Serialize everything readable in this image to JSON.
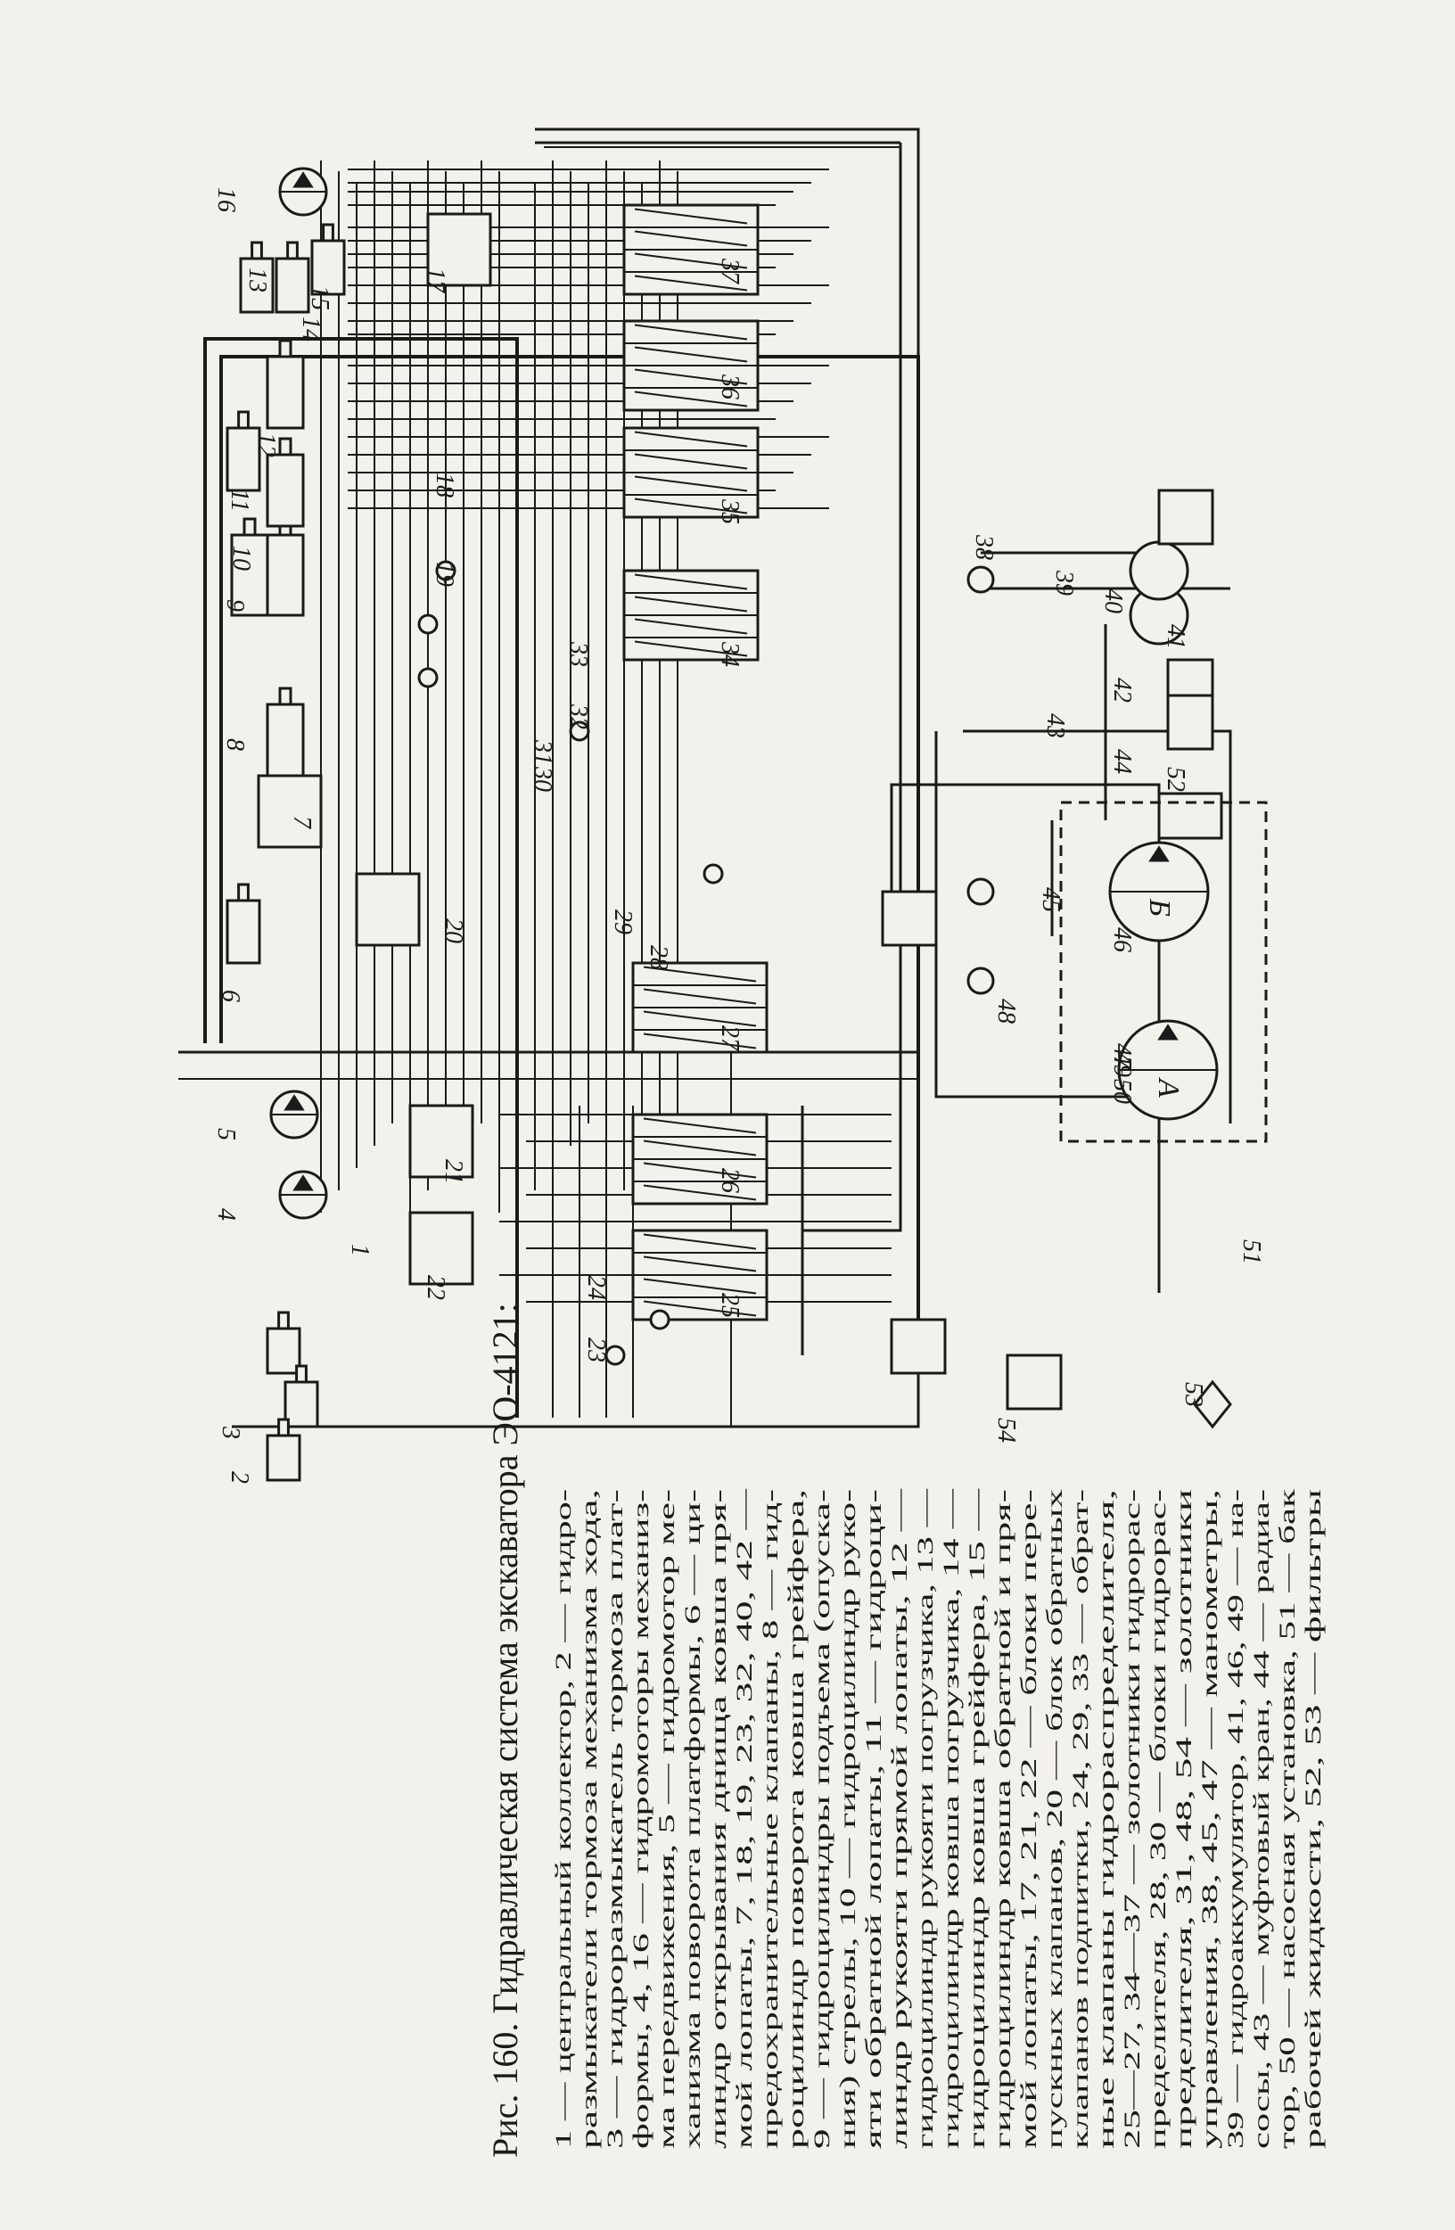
{
  "figure": {
    "caption_title": "Рис. 160. Гидравлическая система экскаватора ЭО-4121:",
    "legend_lines": [
      "1 — центральный коллектор, 2 — гидро-",
      "размыкатели тормоза механизма хода,",
      "3 — гидроразмыкатель тормоза плат-",
      "формы, 4, 16 — гидромоторы механиз-",
      "ма передвижения, 5 — гидромотор ме-",
      "ханизма поворота платформы, 6 — ци-",
      "линдр открывания днища ковша пря-",
      "мой лопаты, 7, 18, 19, 23, 32, 40, 42 —",
      "предохранительные клапаны, 8 — гид-",
      "роцилиндр поворота ковша грейфера,",
      "9 — гидроцилиндры подъема (опуска-",
      "ния) стрелы, 10 — гидроцилиндр руко-",
      "яти обратной лопаты, 11 — гидроци-",
      "линдр рукояти прямой лопаты, 12 —",
      "гидроцилиндр рукояти погрузчика, 13 —",
      "гидроцилиндр ковша погрузчика, 14 —",
      "гидроцилиндр ковша грейфера, 15 —",
      "гидроцилиндр ковша обратной и пря-",
      "мой лопаты, 17, 21, 22 — блоки пере-",
      "пускных клапанов, 20 — блок обратных",
      "клапанов подпитки, 24, 29, 33 — обрат-",
      "ные клапаны гидрораспределителя,",
      "25—27, 34—37 — золотники гидрорас-",
      "пределителя, 28, 30 — блоки гидрорас-",
      "пределителя, 31, 48, 54 — золотники",
      "управления, 38, 45, 47 — манометры,",
      "39 — гидроаккумулятор, 41, 46, 49 — на-",
      "сосы, 43 — муфтовый кран, 44 — радиа-",
      "тор, 50 — насосная установка, 51 — бак",
      "рабочей жидкости, 52, 53 — фильтры"
    ]
  },
  "diagram": {
    "component_labels": [
      "1",
      "2",
      "3",
      "4",
      "5",
      "6",
      "7",
      "8",
      "9",
      "10",
      "11",
      "12",
      "13",
      "14",
      "15",
      "16",
      "17",
      "18",
      "19",
      "20",
      "21",
      "22",
      "23",
      "24",
      "25",
      "26",
      "27",
      "28",
      "29",
      "30",
      "31",
      "32",
      "33",
      "34",
      "35",
      "36",
      "37",
      "38",
      "39",
      "40",
      "41",
      "42",
      "43",
      "44",
      "45",
      "46",
      "47",
      "48",
      "49",
      "50",
      "51",
      "52",
      "53",
      "54"
    ],
    "pump_letters": [
      "А",
      "Б"
    ]
  },
  "colors": {
    "ink": "#1a1a1a",
    "paper": "#f3f1ec"
  }
}
